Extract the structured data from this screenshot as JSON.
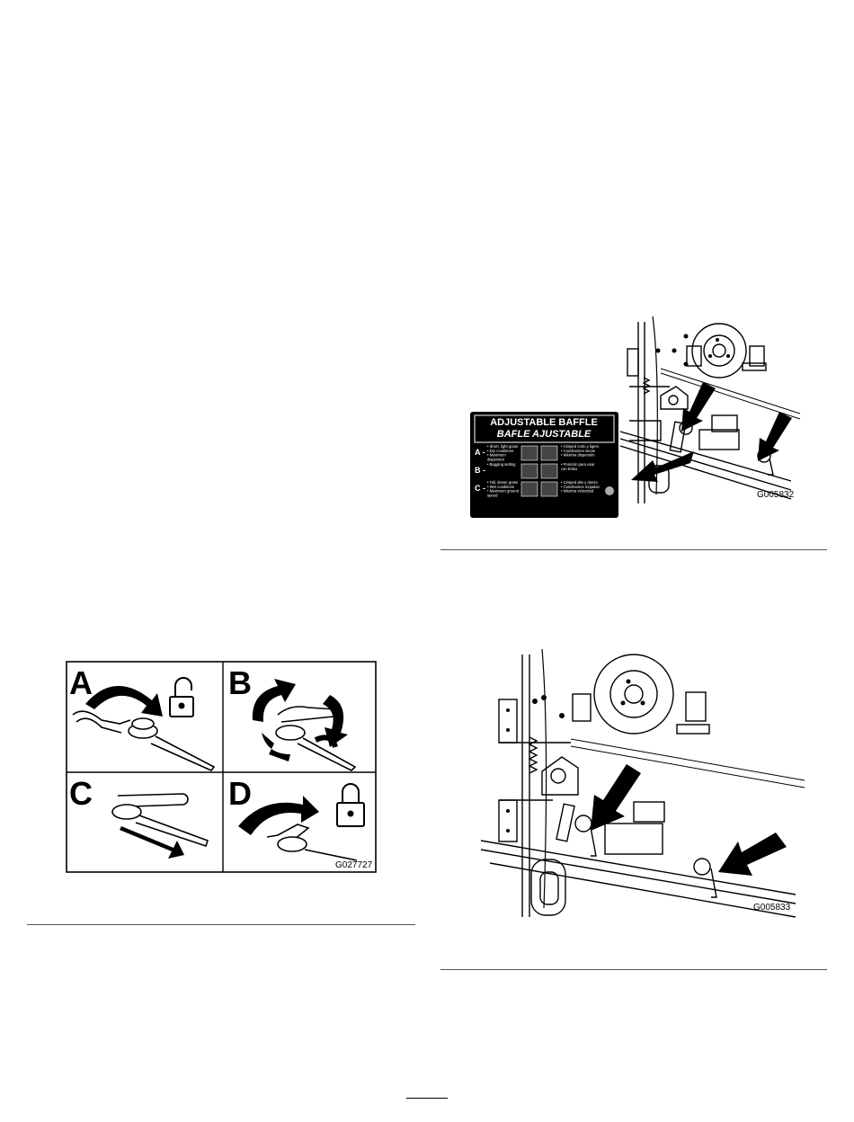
{
  "figure_top_right": {
    "label": "G005832",
    "decal": {
      "title": "ADJUSTABLE BAFFLE",
      "subtitle": "BAFLE AJUSTABLE",
      "rows": [
        {
          "letter": "A -",
          "left_lines": [
            "• Short, light grass",
            "• Dry conditions",
            "• Maximum",
            "  dispersion"
          ],
          "right_lines": [
            "• Césped corto y ligero",
            "• Condiciones secas",
            "• Máxima dispersión"
          ]
        },
        {
          "letter": "B -",
          "left_lines": [
            "• Bagging setting"
          ],
          "right_lines": [
            "• Posición para usar",
            "  con bolsa"
          ]
        },
        {
          "letter": "C -",
          "left_lines": [
            "• Tall, dense grass",
            "• Wet conditions",
            "• Maximum ground",
            "  speed"
          ],
          "right_lines": [
            "• Césped alto y denso",
            "• Condiciones mojadas",
            "• Máxima velocidad"
          ]
        }
      ]
    }
  },
  "figure_left": {
    "label": "G027727",
    "panels": [
      {
        "letter": "A",
        "icon": "unlock-icon"
      },
      {
        "letter": "B",
        "icon": "rotate-icon"
      },
      {
        "letter": "C",
        "icon": "slide-icon"
      },
      {
        "letter": "D",
        "icon": "lock-icon"
      }
    ]
  },
  "figure_bottom_right": {
    "label": "G005833"
  }
}
